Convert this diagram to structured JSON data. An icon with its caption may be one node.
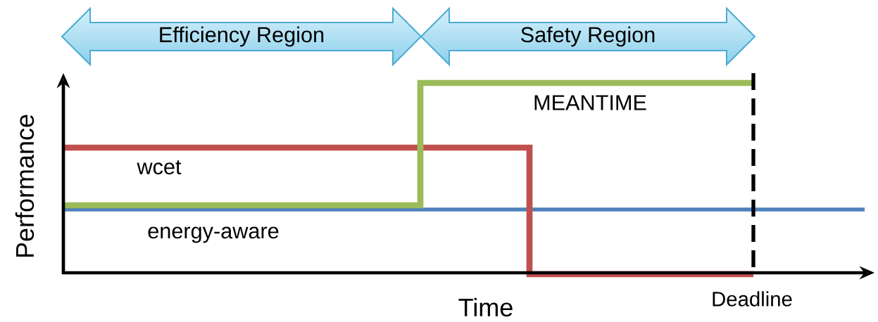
{
  "diagram": {
    "nodes": [
      {
        "text": [
          "Efficiency Region"
        ]
      },
      {
        "text": [
          "Safety Region"
        ]
      }
    ],
    "labels": [
      "MEANTIME",
      "Performance",
      "wcet",
      "energy-aware",
      "Time",
      "Deadline"
    ]
  }
}
